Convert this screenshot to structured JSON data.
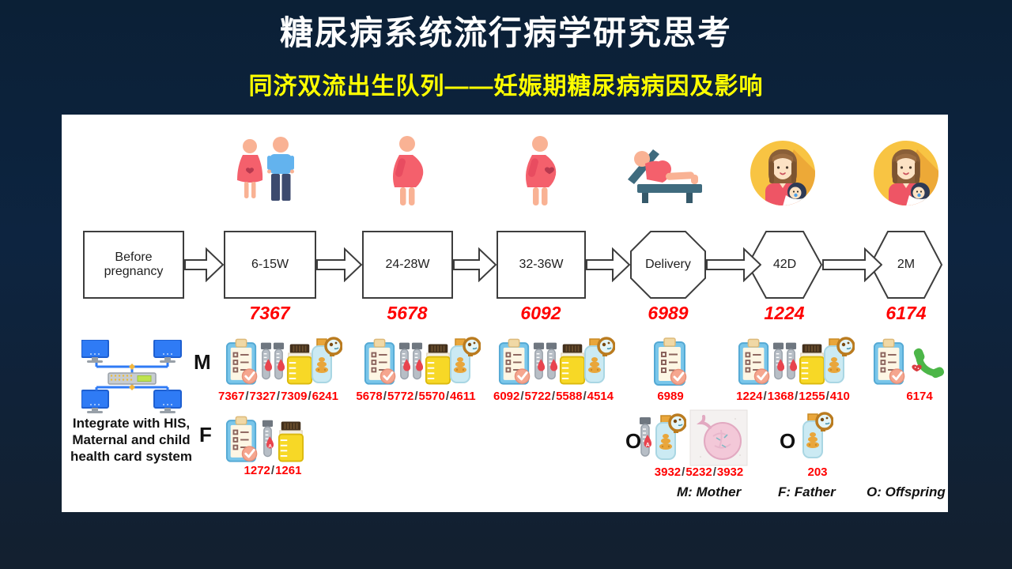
{
  "sep": "/",
  "slide": {
    "title": "糖尿病系统流行病学研究思考",
    "subtitle": "同济双流出生队列——妊娠期糖尿病病因及影响"
  },
  "timeline": {
    "stages": [
      {
        "label": "Before pregnancy",
        "n": ""
      },
      {
        "label": "6-15W",
        "n": "7367"
      },
      {
        "label": "24-28W",
        "n": "5678"
      },
      {
        "label": "32-36W",
        "n": "6092"
      },
      {
        "label": "Delivery",
        "n": "6989"
      },
      {
        "label": "42D",
        "n": "1224"
      },
      {
        "label": "2M",
        "n": "6174"
      }
    ]
  },
  "rows": {
    "mother_label": "M",
    "father_label": "F",
    "offspring_label": "O",
    "mother_counts": [
      [
        "7367",
        "7327",
        "7309",
        "6241"
      ],
      [
        "5678",
        "5772",
        "5570",
        "4611"
      ],
      [
        "6092",
        "5722",
        "5588",
        "4514"
      ],
      [
        "6989"
      ],
      [
        "1224",
        "1368",
        "1255",
        "410"
      ],
      [
        "6174"
      ]
    ],
    "father_counts": [
      "1272",
      "1261"
    ],
    "offspring_delivery_counts": [
      "3932",
      "5232",
      "3932"
    ],
    "offspring_42d_counts": [
      "203"
    ]
  },
  "integration": {
    "lines": [
      "Integrate with HIS,",
      "Maternal and child",
      "health card system"
    ]
  },
  "legend": {
    "mother": "M: Mother",
    "father": "F: Father",
    "offspring": "O: Offspring"
  },
  "icons": {
    "blood_type_label": "A"
  },
  "colors": {
    "count_red": "#FF0000",
    "title_white": "#FFFFFF",
    "subtitle_yellow": "#FFFF00",
    "background_navy": "#0C2238",
    "panel_white": "#FFFFFF"
  }
}
